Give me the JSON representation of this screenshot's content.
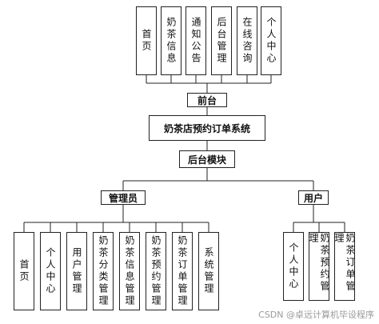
{
  "front_modules": [
    "首页",
    "奶茶信息",
    "通知公告",
    "后台管理",
    "在线咨询",
    "个人中心"
  ],
  "front_label": "前台",
  "system_title": "奶茶店预约订单系统",
  "backend_label": "后台模块",
  "admin_label": "管理员",
  "admin_modules": [
    "首页",
    "个人中心",
    "用户管理",
    "奶茶分类管理",
    "奶茶信息管理",
    "奶茶预约管理",
    "奶茶订单管理",
    "系统管理"
  ],
  "user_label": "用户",
  "user_modules": [
    "个人中心",
    "奶茶预约管理",
    "奶茶订单管理"
  ],
  "watermark": "CSDN @卓远计算机毕设程序"
}
